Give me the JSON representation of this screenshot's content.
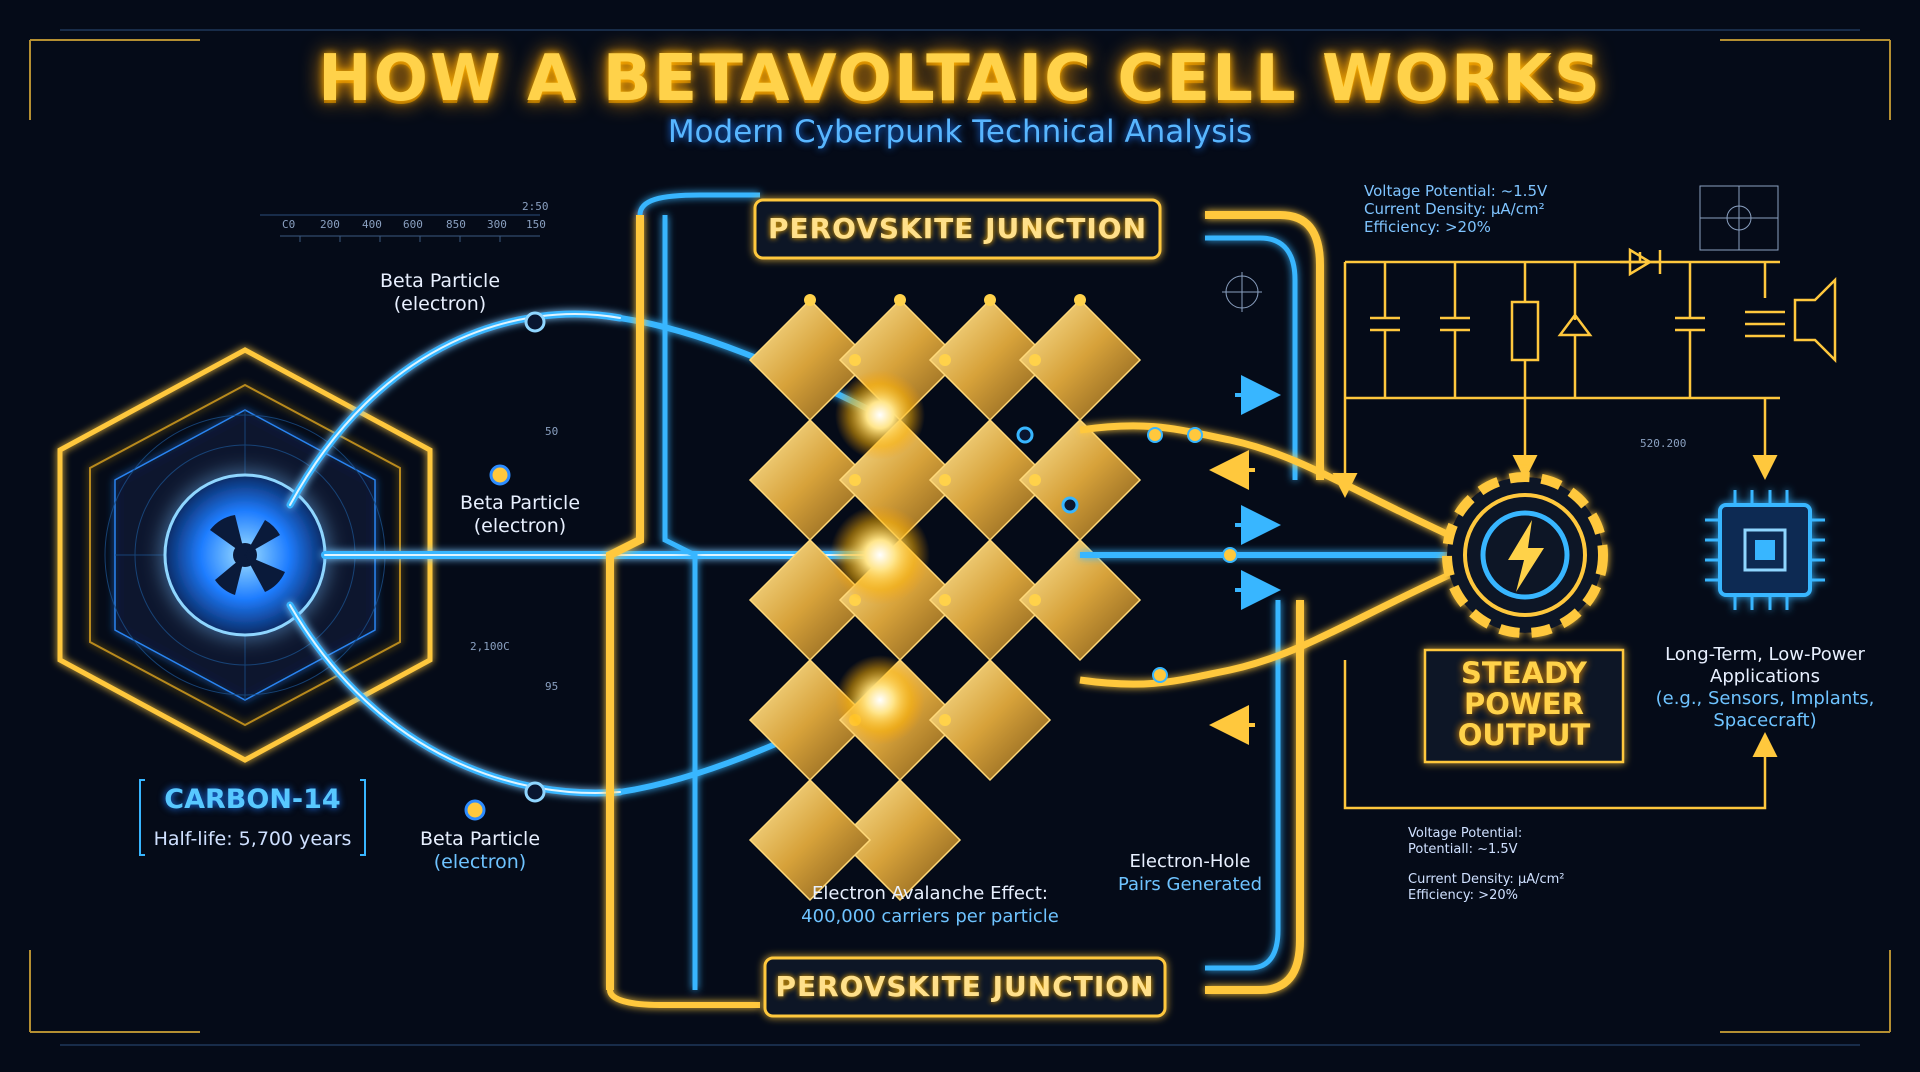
{
  "header": {
    "title": "HOW A BETAVOLTAIC CELL WORKS",
    "subtitle": "Modern Cyberpunk Technical Analysis"
  },
  "source": {
    "name": "CARBON-14",
    "half_life": "Half-life: 5,700 years",
    "icon": "radiation-icon"
  },
  "beta_particles": [
    {
      "line1": "Beta Particle",
      "line2": "(electron)"
    },
    {
      "line1": "Beta Particle",
      "line2": "(electron)"
    },
    {
      "line1": "Beta Particle",
      "line2": "(electron)"
    }
  ],
  "junction": {
    "top_label": "PEROVSKITE JUNCTION",
    "bottom_label": "PEROVSKITE JUNCTION"
  },
  "avalanche": {
    "line1": "Electron Avalanche Effect:",
    "line2": "400,000 carriers per particle"
  },
  "pairs": {
    "line1": "Electron-Hole",
    "line2": "Pairs Generated"
  },
  "specs_top": {
    "voltage": "Voltage Potential: ~1.5V",
    "current": "Current Density: μA/cm²",
    "efficiency": "Efficiency: >20%"
  },
  "specs_bottom": {
    "voltage1": "Voltage Potential:",
    "voltage2": "Potentiall: ~1.5V",
    "current": "Current Density: μA/cm²",
    "efficiency": "Efficiency: >20%"
  },
  "output": {
    "steady1": "STEADY",
    "steady2": "POWER",
    "steady3": "OUTPUT",
    "icon": "lightning-gear-icon"
  },
  "applications": {
    "line1": "Long-Term, Low-Power",
    "line2": "Applications",
    "line3": "(e.g., Sensors, Implants,",
    "line4": "Spacecraft)",
    "icon": "microchip-icon"
  },
  "scale_ticks": [
    "C0",
    "200",
    "400",
    "600",
    "850",
    "300",
    "150"
  ],
  "misc_ticks": {
    "t1": "2:50",
    "t2": "50",
    "t3": "2,100C",
    "t4": "95",
    "t5": "520.200"
  },
  "colors": {
    "background": "#050b18",
    "gold": "#ffc83d",
    "blue": "#38b6ff",
    "white": "#e8f0ff"
  }
}
